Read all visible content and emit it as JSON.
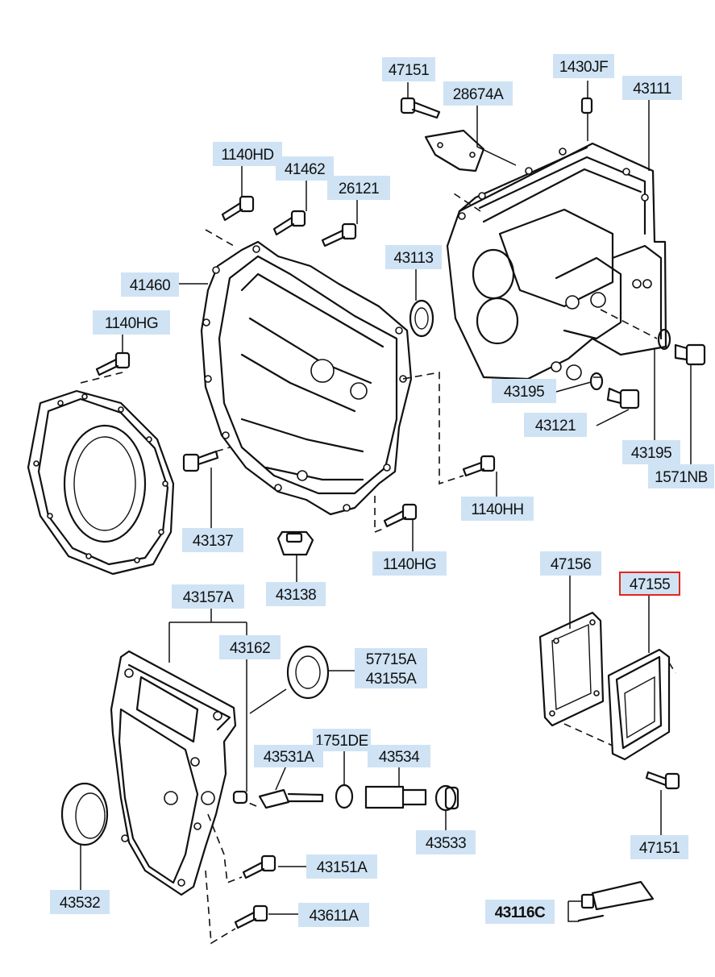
{
  "labels": {
    "p47151_top": "47151",
    "p28674A": "28674A",
    "p1430JF": "1430JF",
    "p43111": "43111",
    "p1140HD": "1140HD",
    "p41462": "41462",
    "p26121": "26121",
    "p43113": "43113",
    "p41460": "41460",
    "p1140HG_left": "1140HG",
    "p43195_mid": "43195",
    "p43121": "43121",
    "p43195_right": "43195",
    "p1571NB": "1571NB",
    "p1140HH": "1140HH",
    "p43137": "43137",
    "p43138": "43138",
    "p1140HG_bottom": "1140HG",
    "p47156": "47156",
    "p47155": "47155",
    "p43157A": "43157A",
    "p43162": "43162",
    "p57715A": "57715A",
    "p43155A": "43155A",
    "p1751DE": "1751DE",
    "p43531A": "43531A",
    "p43534": "43534",
    "p43533": "43533",
    "p47151_bottom": "47151",
    "p43532": "43532",
    "p43151A": "43151A",
    "p43611A": "43611A",
    "p43116C": "43116C"
  },
  "highlighted_part": "47155",
  "colors": {
    "label_bg": "#cfe3f4",
    "highlight_border": "#e1261c",
    "line": "#111111"
  }
}
